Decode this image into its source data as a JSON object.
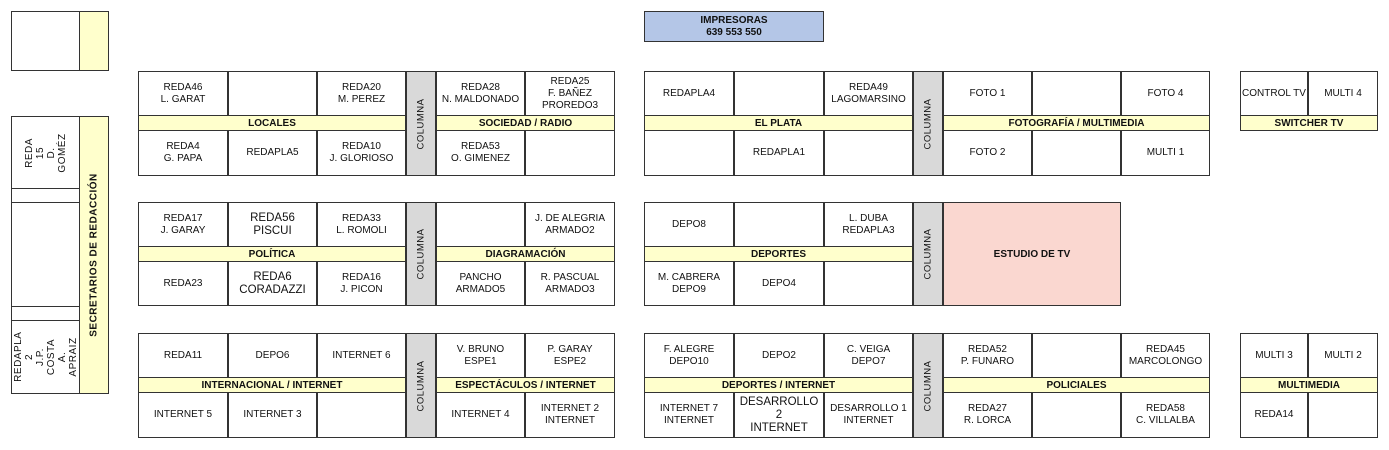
{
  "impresoras": {
    "title": "IMPRESORAS",
    "numbers": "639   553   550"
  },
  "secretarios": "SECRETARIOS DE REDACCIÓN",
  "left_desks": {
    "reda15": "REDA 15\nD. GOMÉZ",
    "redapla2": "REDAPLA 2\nJ.P. COSTA\nA. APRAIZ"
  },
  "columna": "COLUMNA",
  "estudio_tv": "ESTUDIO DE TV",
  "bands": {
    "locales": "LOCALES",
    "sociedad": "SOCIEDAD / RADIO",
    "el_plata": "EL PLATA",
    "fotografia": "FOTOGRAFÍA / MULTIMEDIA",
    "switcher": "SWITCHER TV",
    "politica": "POLÍTICA",
    "diagramacion": "DIAGRAMACIÓN",
    "deportes": "DEPORTES",
    "internacional": "INTERNACIONAL / INTERNET",
    "espectaculos": "ESPECTÁCULOS / INTERNET",
    "deportes_internet": "DEPORTES / INTERNET",
    "policiales": "POLICIALES",
    "multimedia": "MULTIMEDIA"
  },
  "desks": {
    "r1_top": [
      "REDA46\nL. GARAT",
      "",
      "REDA20\nM. PEREZ",
      "REDA28\nN. MALDONADO",
      "REDA25\nF. BAÑEZ\nPROREDO3",
      "REDAPLA4",
      "",
      "REDA49\nLAGOMARSINO",
      "FOTO 1",
      "",
      "FOTO 4",
      "CONTROL TV",
      "MULTI 4"
    ],
    "r1_bot": [
      "REDA4\nG. PAPA",
      "REDAPLA5",
      "REDA10\nJ. GLORIOSO",
      "REDA53\nO. GIMENEZ",
      "",
      "",
      "REDAPLA1",
      "",
      "FOTO 2",
      "",
      "MULTI 1"
    ],
    "r2_top": [
      "REDA17\nJ. GARAY",
      "REDA56\nPISCUI",
      "REDA33\nL. ROMOLI",
      "",
      "J. DE ALEGRIA\nARMADO2",
      "DEPO8",
      "",
      "L. DUBA\nREDAPLA3"
    ],
    "r2_bot": [
      "REDA23",
      "REDA6\nCORADAZZI",
      "REDA16\nJ. PICON",
      "PANCHO\nARMADO5",
      "R. PASCUAL\nARMADO3",
      "M. CABRERA\nDEPO9",
      "DEPO4",
      ""
    ],
    "r3_top": [
      "REDA11",
      "DEPO6",
      "INTERNET 6",
      "V. BRUNO\nESPE1",
      "P. GARAY\nESPE2",
      "F. ALEGRE\nDEPO10",
      "DEPO2",
      "C. VEIGA\nDEPO7",
      "REDA52\nP. FUNARO",
      "",
      "REDA45\nMARCOLONGO",
      "MULTI 3",
      "MULTI 2"
    ],
    "r3_bot": [
      "INTERNET 5",
      "INTERNET 3",
      "",
      "INTERNET 4",
      "INTERNET 2\nINTERNET",
      "INTERNET 7\nINTERNET",
      "DESARROLLO 2\nINTERNET",
      "DESARROLLO 1\nINTERNET",
      "REDA27\nR. LORCA",
      "",
      "REDA58\nC. VILLALBA",
      "REDA14",
      ""
    ]
  }
}
